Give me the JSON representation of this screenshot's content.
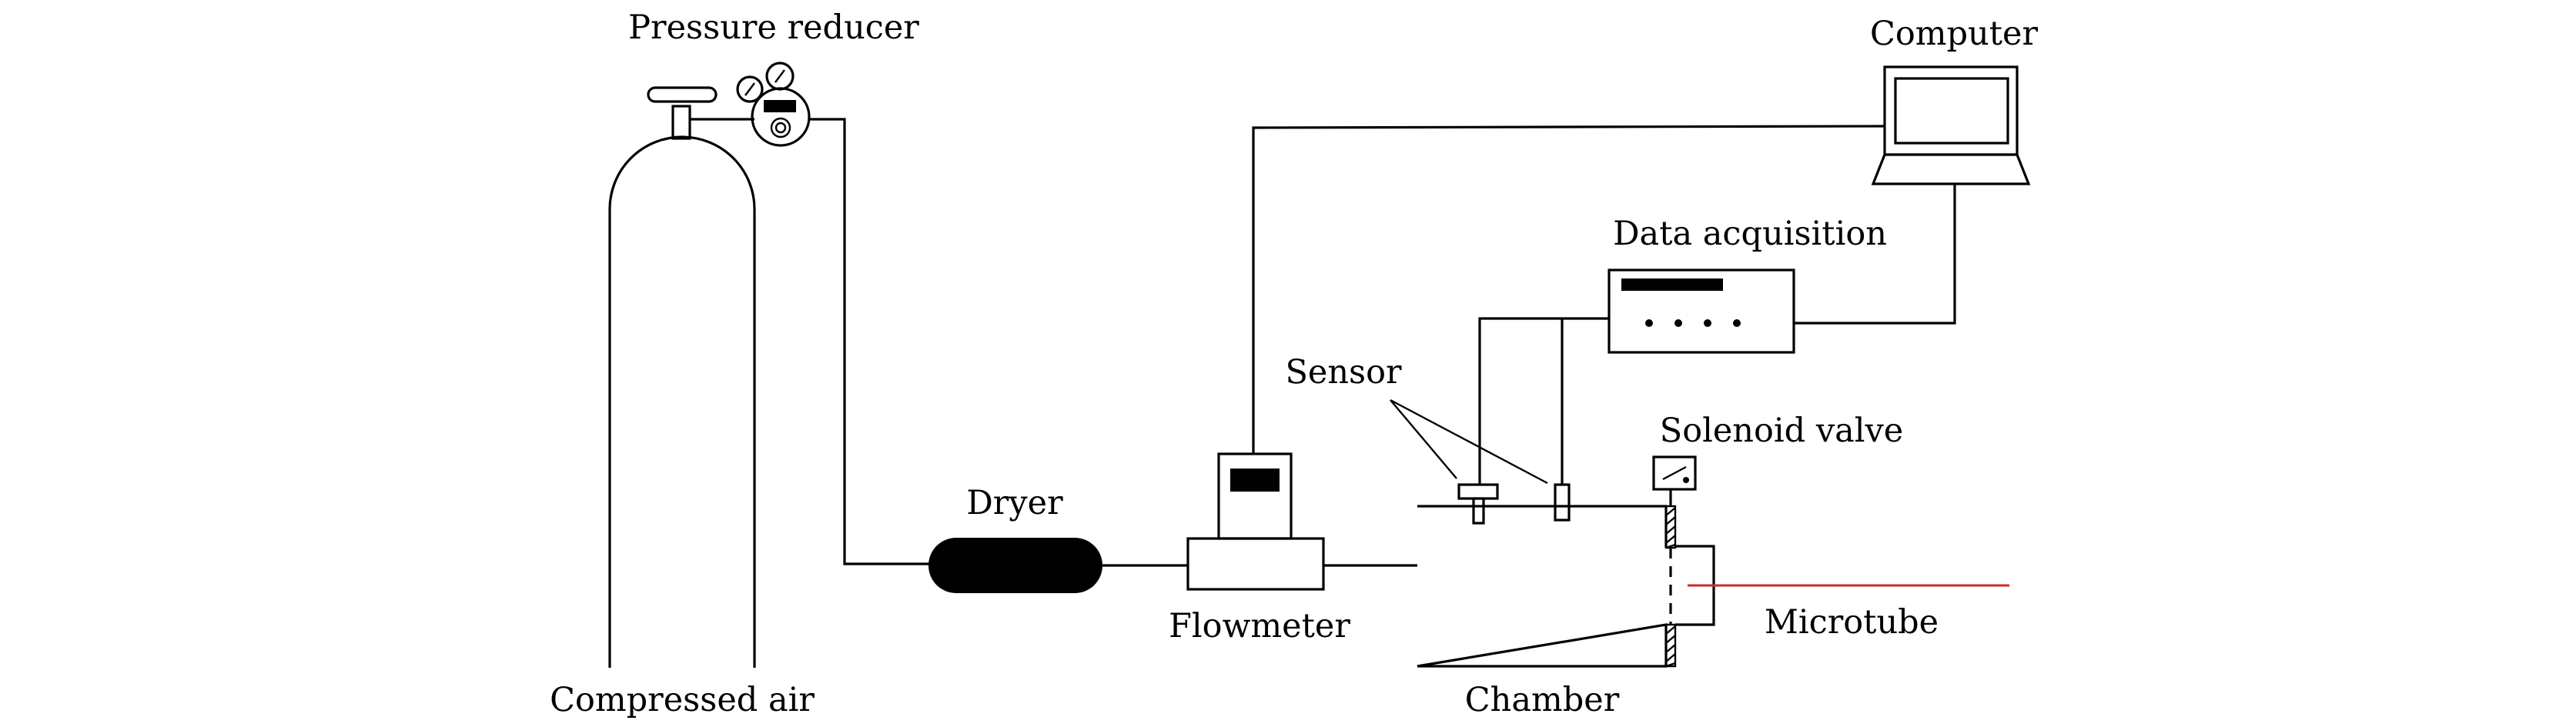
{
  "diagram": {
    "labels": {
      "pressure_reducer": "Pressure reducer",
      "compressed_air": "Compressed air",
      "dryer": "Dryer",
      "flowmeter": "Flowmeter",
      "sensor": "Sensor",
      "data_acquisition": "Data acquisition",
      "computer": "Computer",
      "solenoid_valve": "Solenoid valve",
      "chamber": "Chamber",
      "microtube": "Microtube"
    },
    "colors": {
      "line": "#000000",
      "microtube": "#cc2a2a"
    }
  }
}
